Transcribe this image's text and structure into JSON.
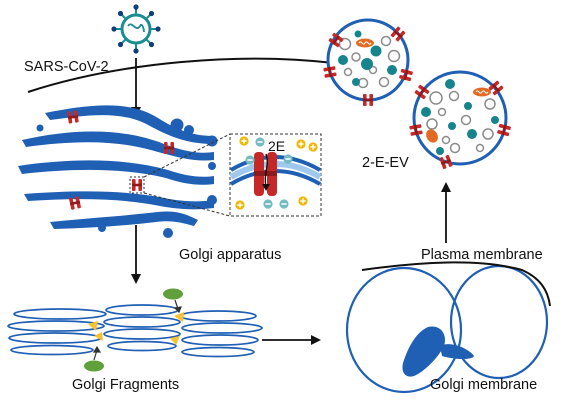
{
  "labels": {
    "virus": "SARS-CoV-2",
    "golgi_apparatus": "Golgi apparatus",
    "golgi_fragments": "Golgi Fragments",
    "plasma_membrane": "Plasma membrane",
    "golgi_membrane": "Golgi membrane",
    "ev": "2-E-EV",
    "protein_2e": "2E",
    "plus_sign": "+",
    "minus_sign": "−"
  },
  "colors": {
    "golgi_blue": "#1f5fb4",
    "light_blue": "#9ec9ec",
    "protein_red": "#c62828",
    "charge_yellow": "#f2b705",
    "charge_teal": "#74bcc0",
    "vesicle_teal": "#16848c",
    "fragment_yellow": "#f6c232",
    "green_blob": "#5fa03a",
    "virus_teal": "#1b8c94",
    "virus_dot": "#0e3f78",
    "orange_body": "#e26a24"
  }
}
